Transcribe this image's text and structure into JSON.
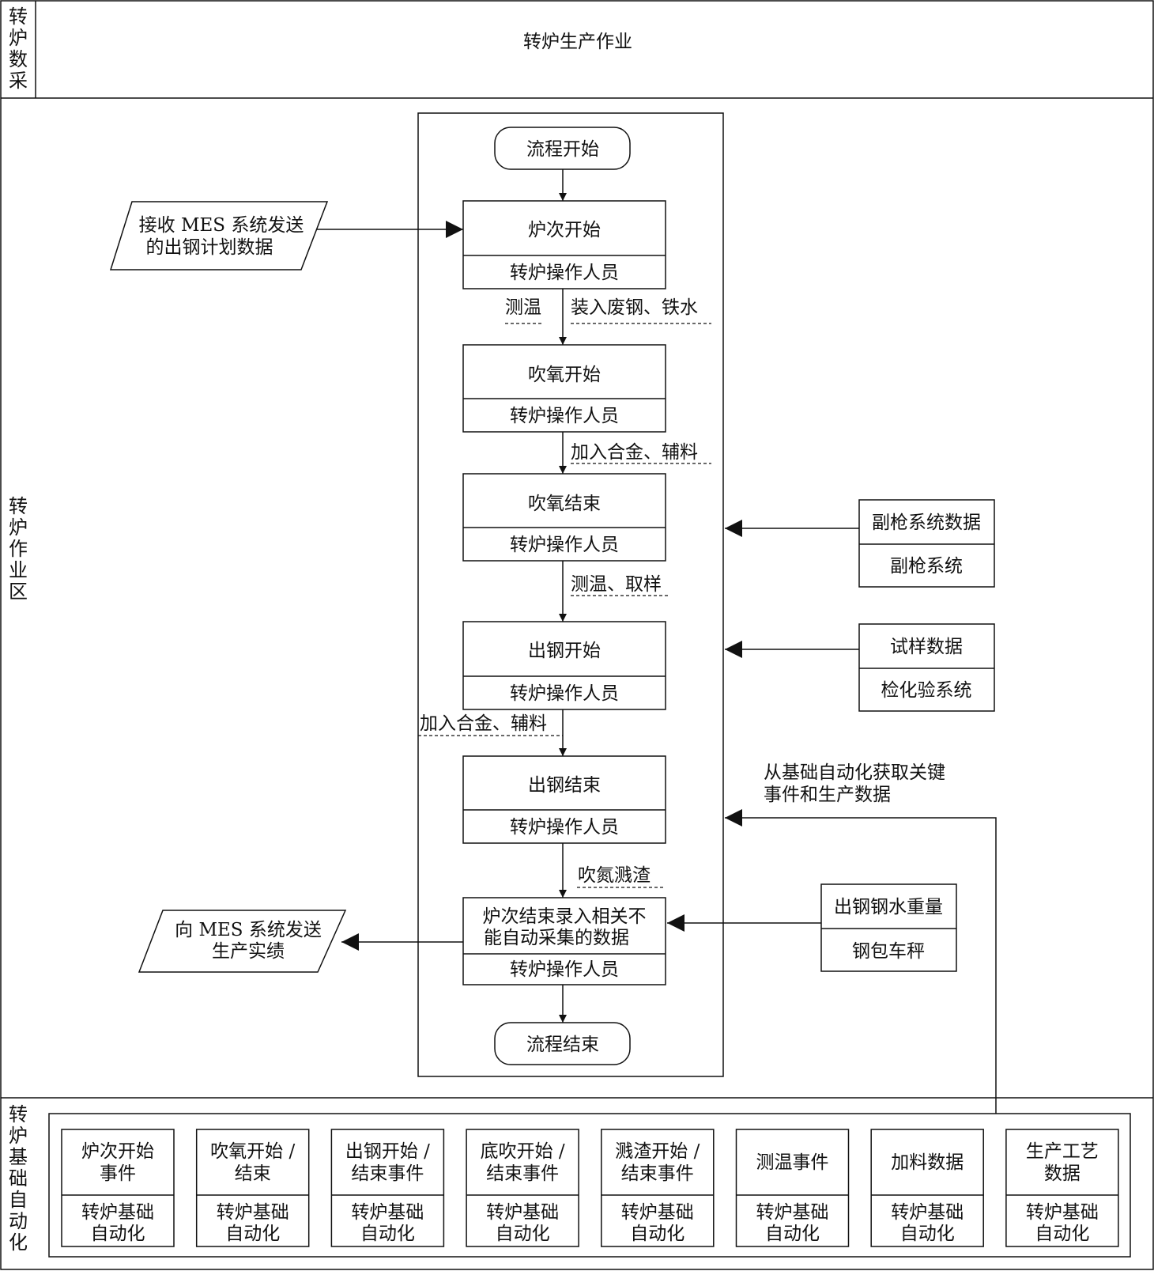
{
  "lanes": {
    "top": {
      "label": "转炉数采",
      "title": "转炉生产作业"
    },
    "middle": {
      "label": "转炉作业区"
    },
    "bottom": {
      "label": "转炉基础自动化"
    }
  },
  "flow": {
    "start": "流程开始",
    "end": "流程结束",
    "steps": [
      {
        "title": "炉次开始",
        "role": "转炉操作人员"
      },
      {
        "title": "吹氧开始",
        "role": "转炉操作人员"
      },
      {
        "title": "吹氧结束",
        "role": "转炉操作人员"
      },
      {
        "title": "出钢开始",
        "role": "转炉操作人员"
      },
      {
        "title": "出钢结束",
        "role": "转炉操作人员"
      },
      {
        "title_line1": "炉次结束录入相关不",
        "title_line2": "能自动采集的数据",
        "role": "转炉操作人员"
      }
    ],
    "annotations": {
      "temp_measure": "测温",
      "charge_scrap": "装入废钢、铁水",
      "add_alloy_1": "加入合金、辅料",
      "temp_sample": "测温、取样",
      "add_alloy_2": "加入合金、辅料",
      "argon_splash": "吹氮溅渣"
    }
  },
  "io": {
    "receive_line1": "接收 MES 系统发送",
    "receive_line2": "的出钢计划数据",
    "send_line1": "向 MES 系统发送",
    "send_line2": "生产实绩"
  },
  "externals": {
    "sublance": {
      "data": "副枪系统数据",
      "system": "副枪系统"
    },
    "sample": {
      "data": "试样数据",
      "system": "检化验系统"
    },
    "automation_note_line1": "从基础自动化获取关键",
    "automation_note_line2": "事件和生产数据",
    "weight": {
      "data": "出钢钢水重量",
      "system": "钢包车秤"
    }
  },
  "automation_items": [
    {
      "l1": "炉次开始",
      "l2": "事件",
      "s1": "转炉基础",
      "s2": "自动化"
    },
    {
      "l1": "吹氧开始 /",
      "l2": "结束",
      "s1": "转炉基础",
      "s2": "自动化"
    },
    {
      "l1": "出钢开始 /",
      "l2": "结束事件",
      "s1": "转炉基础",
      "s2": "自动化"
    },
    {
      "l1": "底吹开始 /",
      "l2": "结束事件",
      "s1": "转炉基础",
      "s2": "自动化"
    },
    {
      "l1": "溅渣开始 /",
      "l2": "结束事件",
      "s1": "转炉基础",
      "s2": "自动化"
    },
    {
      "l1": "测温事件",
      "s1": "转炉基础",
      "s2": "自动化"
    },
    {
      "l1": "加料数据",
      "s1": "转炉基础",
      "s2": "自动化"
    },
    {
      "l1": "生产工艺",
      "l2": "数据",
      "s1": "转炉基础",
      "s2": "自动化"
    }
  ]
}
